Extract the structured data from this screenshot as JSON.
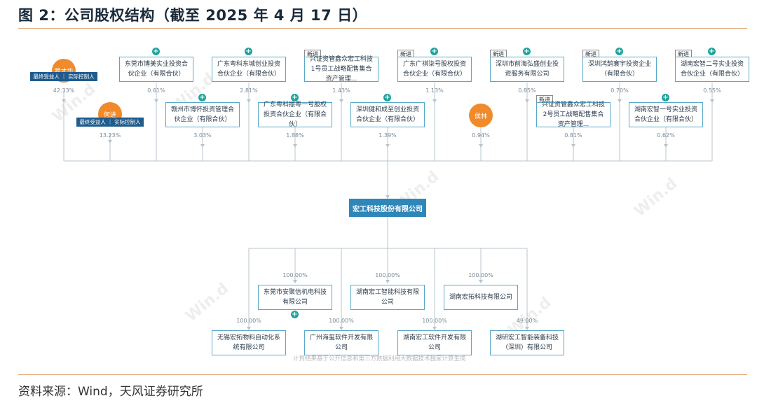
{
  "title": "图 2：公司股权结构（截至 2025 年 4 月 17 日）",
  "source": "资料来源：Wind，天风证券研究所",
  "footnote": "计算结果基于公开信息和第三方数据利用大数据技术独家计算生成",
  "watermark": "Win.d",
  "new_label": "新进",
  "center": "宏工科技股份有限公司",
  "persons": [
    {
      "name": "罗才华",
      "tag": "最终受益人 ｜ 实际控制人",
      "pct": "42.33%"
    },
    {
      "name": "何进",
      "tag": "最终受益人 ｜ 实际控制人",
      "pct": "13.23%"
    },
    {
      "name": "侯林",
      "pct": "0.94%"
    }
  ],
  "shareholders_top": [
    {
      "name": "东莞市博美实业投资合伙企业（有限合伙）",
      "pct": "0.61%"
    },
    {
      "name": "广东粤科东城创业投资合伙企业（有限合伙）",
      "pct": "2.81%"
    },
    {
      "name": "兴证资管鑫众宏工科技1号员工战略配售集合资产管理...",
      "pct": "1.43%"
    },
    {
      "name": "广东广祺柒号股权投资合伙企业（有限合伙）",
      "pct": "1.13%"
    },
    {
      "name": "深圳市前海弘盛创业投资服务有限公司",
      "pct": "0.85%"
    },
    {
      "name": "深圳鸿鹄寰宇投资企业（有限合伙）",
      "pct": "0.70%"
    },
    {
      "name": "湖南宏智二号实业投资合伙企业（有限合伙）",
      "pct": "0.55%"
    }
  ],
  "shareholders_mid": [
    {
      "name": "赣州市博怀投资管理合伙企业（有限合伙）",
      "pct": "3.03%"
    },
    {
      "name": "广东粤科振粤一号股权投资合伙企业（有限合伙）",
      "pct": "1.88%"
    },
    {
      "name": "深圳健和成至创业投资合伙企业（有限合伙）",
      "pct": "1.39%"
    },
    {
      "name": "兴证资管鑫众宏工科技2号员工战略配售集合资产管理...",
      "pct": "0.81%"
    },
    {
      "name": "湖南宏智一号实业投资合伙企业（有限合伙）",
      "pct": "0.62%"
    }
  ],
  "subsidiaries": [
    {
      "name": "东莞市安聚信机电科技有限公司",
      "pct": "100.00%"
    },
    {
      "name": "湖南宏工智能科技有限公司",
      "pct": "100.00%"
    },
    {
      "name": "湖南宏拓科技有限公司",
      "pct": "100.00%"
    }
  ],
  "sub_subsidiaries": [
    {
      "name": "无锡宏拓物料自动化系统有限公司",
      "pct": "100.00%"
    },
    {
      "name": "广州海玺软件开发有限公司",
      "pct": "100.00%"
    },
    {
      "name": "湖南宏工软件开发有限公司",
      "pct": "100.00%"
    },
    {
      "name": "湖研宏工智能装备科技（深圳）有限公司",
      "pct": "49.00%"
    }
  ]
}
